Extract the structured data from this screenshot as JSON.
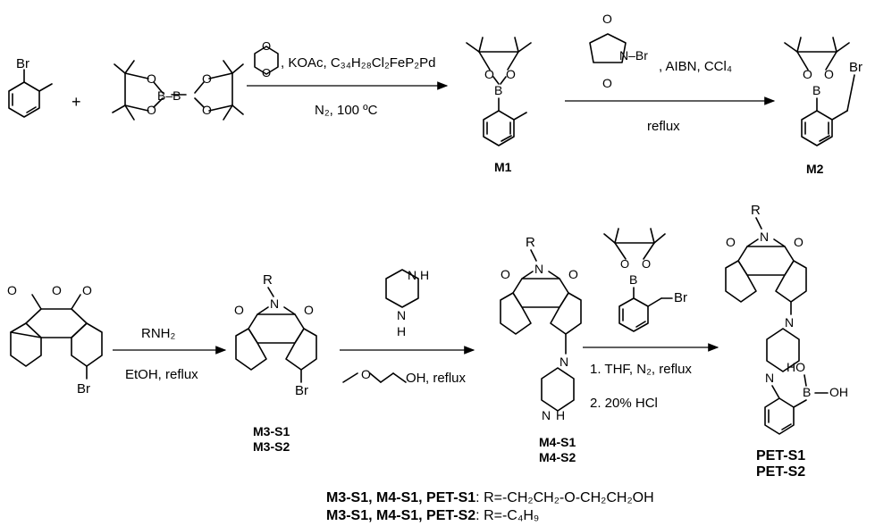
{
  "atoms": {
    "br": "Br",
    "b": "B",
    "o": "O",
    "n": "N",
    "h": "H",
    "r": "R",
    "oh": "OH",
    "ho": "HO"
  },
  "text": {
    "plus": "+",
    "bpin_bridge": "B–B",
    "nbr": "N–Br",
    "b_oh": "B–OH"
  },
  "reaction1": {
    "above": ", KOAc, C₃₄H₂₈Cl₂FeP₂Pd",
    "below": "N₂, 100 ºC"
  },
  "reaction2": {
    "above": ", AIBN, CCl₄",
    "below": "reflux"
  },
  "reaction3": {
    "above": "RNH₂",
    "below": "EtOH, reflux"
  },
  "reaction4": {
    "below_suffix": ", reflux"
  },
  "reaction5": {
    "step1": "1. THF, N₂, reflux",
    "step2": "2. 20% HCl"
  },
  "compounds": {
    "m1": "M1",
    "m2": "M2",
    "m3a": "M3-S1",
    "m3b": "M3-S2",
    "m4a": "M4-S1",
    "m4b": "M4-S2",
    "peta": "PET-S1",
    "petb": "PET-S2"
  },
  "legend": {
    "line1_bold": "M3-S1, M4-S1, PET-S1",
    "line1_rest": ": R=-CH₂CH₂-O-CH₂CH₂OH",
    "line2_bold": "M3-S1, M4-S1, PET-S2",
    "line2_rest": ": R=-C₄H₉"
  }
}
